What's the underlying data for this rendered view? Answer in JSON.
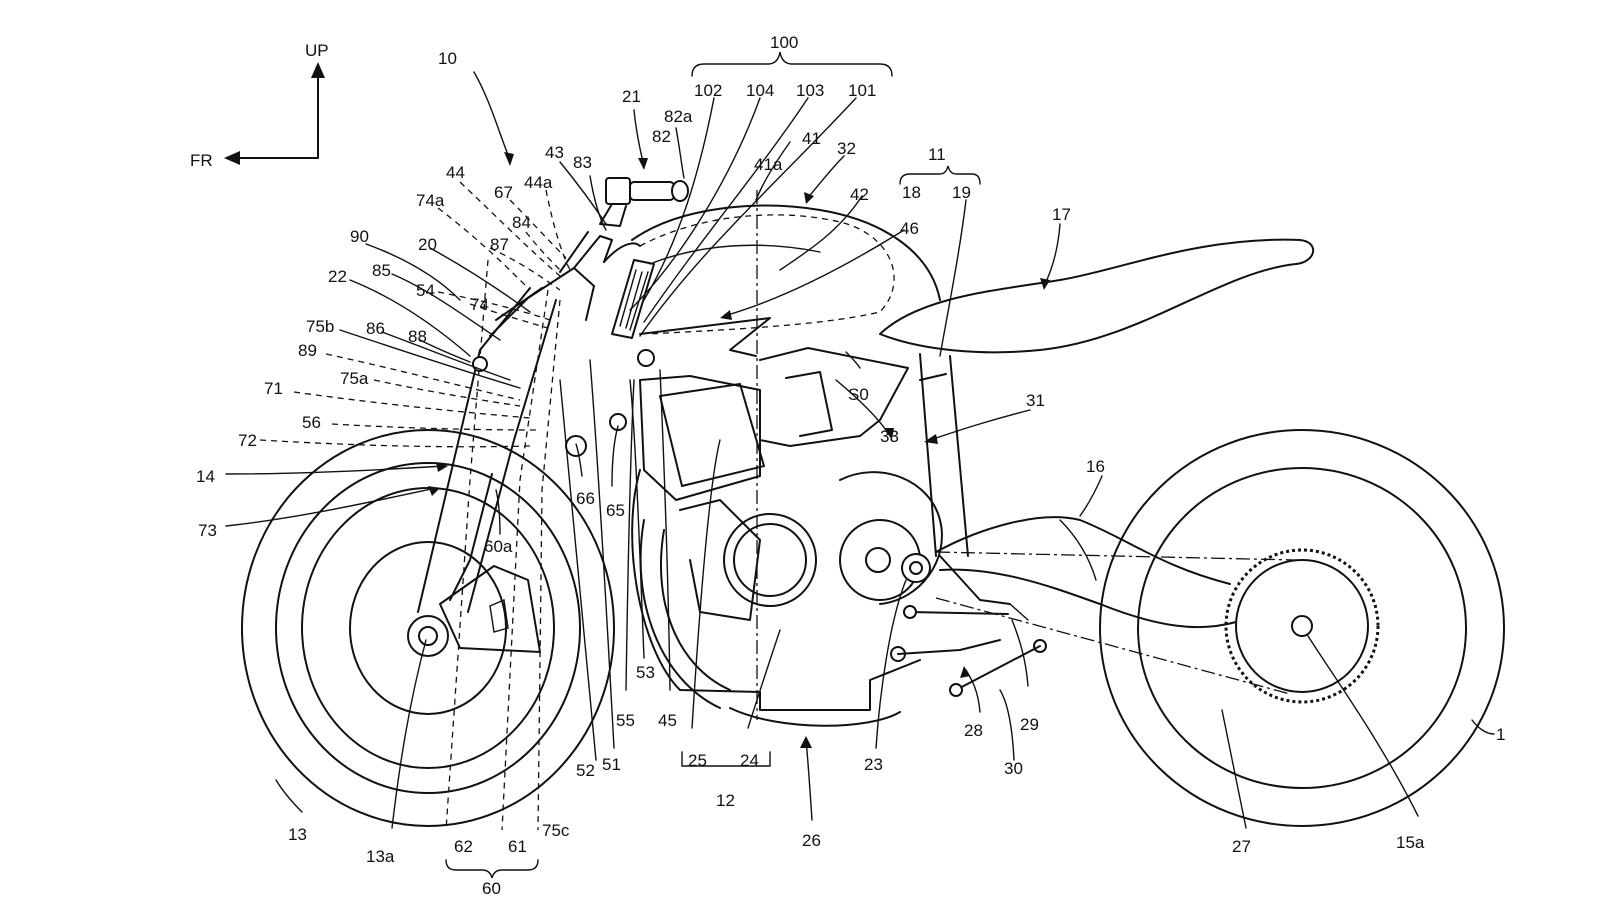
{
  "labels": [
    {
      "key": "up",
      "text": "UP"
    },
    {
      "key": "fr",
      "text": "FR"
    },
    {
      "key": "n100",
      "text": "100"
    },
    {
      "key": "n102",
      "text": "102"
    },
    {
      "key": "n104",
      "text": "104"
    },
    {
      "key": "n103",
      "text": "103"
    },
    {
      "key": "n101",
      "text": "101"
    },
    {
      "key": "n10",
      "text": "10"
    },
    {
      "key": "n21",
      "text": "21"
    },
    {
      "key": "n82a",
      "text": "82a"
    },
    {
      "key": "n82",
      "text": "82"
    },
    {
      "key": "n43",
      "text": "43"
    },
    {
      "key": "n83",
      "text": "83"
    },
    {
      "key": "n41a",
      "text": "41a"
    },
    {
      "key": "n41",
      "text": "41"
    },
    {
      "key": "n32",
      "text": "32"
    },
    {
      "key": "n11",
      "text": "11"
    },
    {
      "key": "n18",
      "text": "18"
    },
    {
      "key": "n19",
      "text": "19"
    },
    {
      "key": "n17",
      "text": "17"
    },
    {
      "key": "n42",
      "text": "42"
    },
    {
      "key": "n46",
      "text": "46"
    },
    {
      "key": "n44",
      "text": "44"
    },
    {
      "key": "n67",
      "text": "67"
    },
    {
      "key": "n44a",
      "text": "44a"
    },
    {
      "key": "n74a",
      "text": "74a"
    },
    {
      "key": "n84",
      "text": "84"
    },
    {
      "key": "n87",
      "text": "87"
    },
    {
      "key": "n90",
      "text": "90"
    },
    {
      "key": "n20",
      "text": "20"
    },
    {
      "key": "n22",
      "text": "22"
    },
    {
      "key": "n85",
      "text": "85"
    },
    {
      "key": "n54",
      "text": "54"
    },
    {
      "key": "n74",
      "text": "74"
    },
    {
      "key": "n75b",
      "text": "75b"
    },
    {
      "key": "n86",
      "text": "86"
    },
    {
      "key": "n88",
      "text": "88"
    },
    {
      "key": "n89",
      "text": "89"
    },
    {
      "key": "n75a",
      "text": "75a"
    },
    {
      "key": "n71",
      "text": "71"
    },
    {
      "key": "n56",
      "text": "56"
    },
    {
      "key": "n72",
      "text": "72"
    },
    {
      "key": "s0",
      "text": "S0"
    },
    {
      "key": "n33",
      "text": "33"
    },
    {
      "key": "n31",
      "text": "31"
    },
    {
      "key": "n16",
      "text": "16"
    },
    {
      "key": "n14",
      "text": "14"
    },
    {
      "key": "n66",
      "text": "66"
    },
    {
      "key": "n65",
      "text": "65"
    },
    {
      "key": "n73",
      "text": "73"
    },
    {
      "key": "n60a",
      "text": "60a"
    },
    {
      "key": "n53",
      "text": "53"
    },
    {
      "key": "n55",
      "text": "55"
    },
    {
      "key": "n45",
      "text": "45"
    },
    {
      "key": "n25",
      "text": "25"
    },
    {
      "key": "n24",
      "text": "24"
    },
    {
      "key": "n12",
      "text": "12"
    },
    {
      "key": "n51",
      "text": "51"
    },
    {
      "key": "n52",
      "text": "52"
    },
    {
      "key": "n26",
      "text": "26"
    },
    {
      "key": "n23",
      "text": "23"
    },
    {
      "key": "n28",
      "text": "28"
    },
    {
      "key": "n29",
      "text": "29"
    },
    {
      "key": "n30",
      "text": "30"
    },
    {
      "key": "n1",
      "text": "1"
    },
    {
      "key": "n13",
      "text": "13"
    },
    {
      "key": "n13a",
      "text": "13a"
    },
    {
      "key": "n62",
      "text": "62"
    },
    {
      "key": "n61",
      "text": "61"
    },
    {
      "key": "n75c",
      "text": "75c"
    },
    {
      "key": "n60",
      "text": "60"
    },
    {
      "key": "n27",
      "text": "27"
    },
    {
      "key": "n15a",
      "text": "15a"
    }
  ]
}
